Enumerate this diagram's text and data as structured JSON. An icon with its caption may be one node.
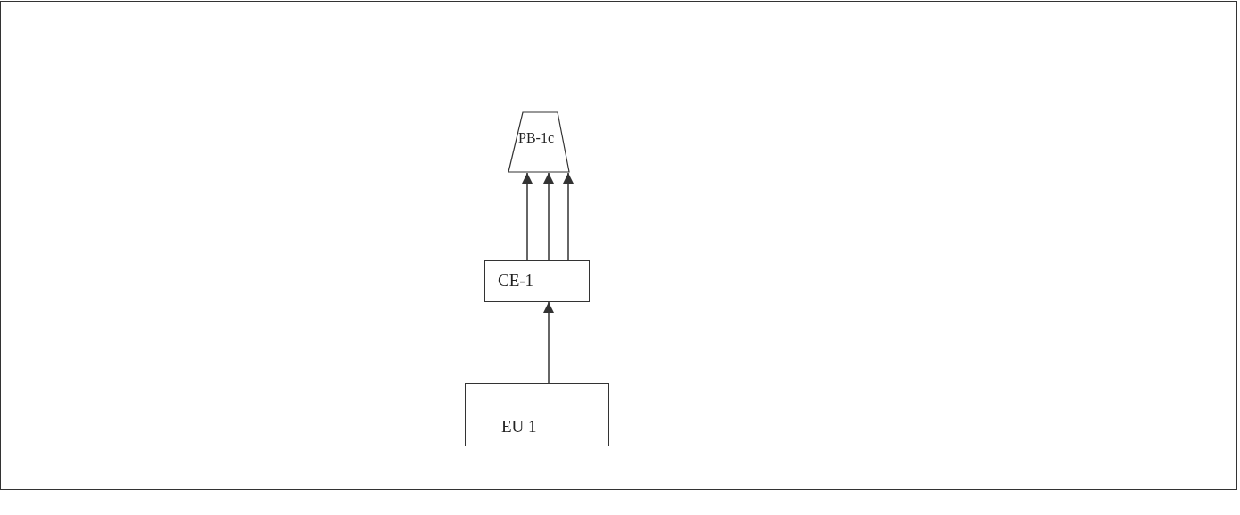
{
  "diagram": {
    "nodes": [
      {
        "text": [
          "PB-1c"
        ]
      },
      {
        "text": [
          "CE-1"
        ]
      },
      {
        "text": [
          "EU 1"
        ]
      }
    ],
    "edges": [
      {
        "from": 1,
        "to": 0,
        "arrow": "to"
      },
      {
        "from": 1,
        "to": 0,
        "arrow": "to"
      },
      {
        "from": 1,
        "to": 0,
        "arrow": "to"
      },
      {
        "from": 2,
        "to": 1,
        "arrow": "to"
      }
    ]
  }
}
